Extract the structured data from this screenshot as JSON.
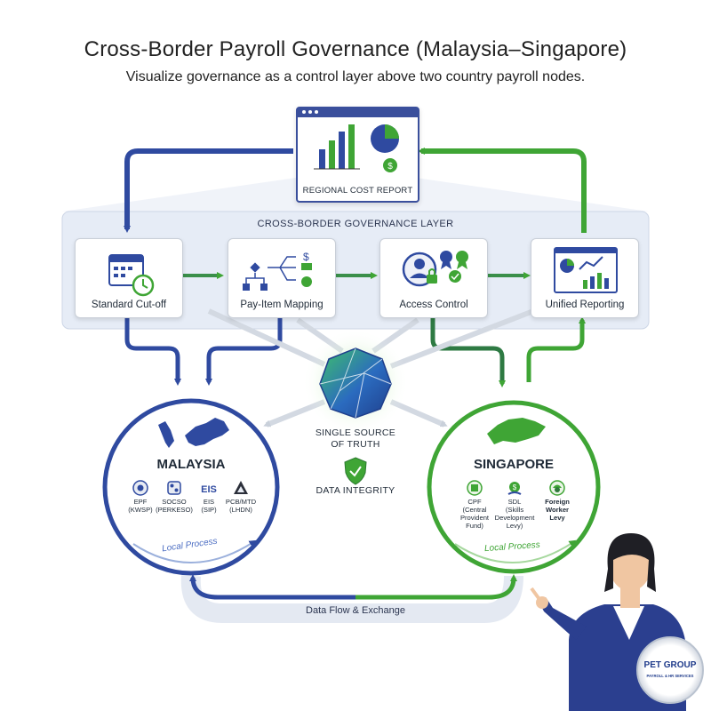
{
  "header": {
    "title": "Cross-Border Payroll Governance (Malaysia–Singapore)",
    "subtitle": "Visualize governance as a control layer above two country payroll nodes."
  },
  "report": {
    "label": "REGIONAL COST REPORT"
  },
  "governance_layer": {
    "label": "CROSS-BORDER GOVERNANCE LAYER",
    "cards": [
      {
        "label": "Standard Cut-off",
        "icon": "calendar-clock-icon"
      },
      {
        "label": "Pay-Item Mapping",
        "icon": "flowchart-mapping-icon"
      },
      {
        "label": "Access Control",
        "icon": "user-lock-badge-icon"
      },
      {
        "label": "Unified Reporting",
        "icon": "dashboard-chart-icon"
      }
    ]
  },
  "center": {
    "source_label_1": "SINGLE SOURCE",
    "source_label_2": "OF TRUTH",
    "integrity_label": "DATA INTEGRITY"
  },
  "malaysia": {
    "title": "MALAYSIA",
    "items": [
      {
        "name": "EPF",
        "sub": "(KWSP)"
      },
      {
        "name": "SOCSO",
        "sub": "(PERKESO)"
      },
      {
        "name": "EIS",
        "sub": "(SIP)"
      },
      {
        "name": "PCB/MTD",
        "sub": "(LHDN)"
      }
    ],
    "local_label": "Local Process"
  },
  "singapore": {
    "title": "SINGAPORE",
    "items": [
      {
        "name": "CPF",
        "sub1": "(Central",
        "sub2": "Provident",
        "sub3": "Fund)"
      },
      {
        "name": "SDL",
        "sub1": "(Skills",
        "sub2": "Development",
        "sub3": "Levy)"
      },
      {
        "name": "Foreign",
        "sub1": "Worker",
        "sub2": "Levy",
        "sub3": ""
      }
    ],
    "local_label": "Local Process"
  },
  "flow": {
    "label": "Data Flow & Exchange"
  },
  "logo": {
    "title": "PET GROUP",
    "subtitle": "PAYROLL & HR SERVICES"
  },
  "colors": {
    "blue": "#2f4aa0",
    "green": "#3fa535",
    "dark_green": "#2f7a3a",
    "light_band": "#e8edf6"
  }
}
